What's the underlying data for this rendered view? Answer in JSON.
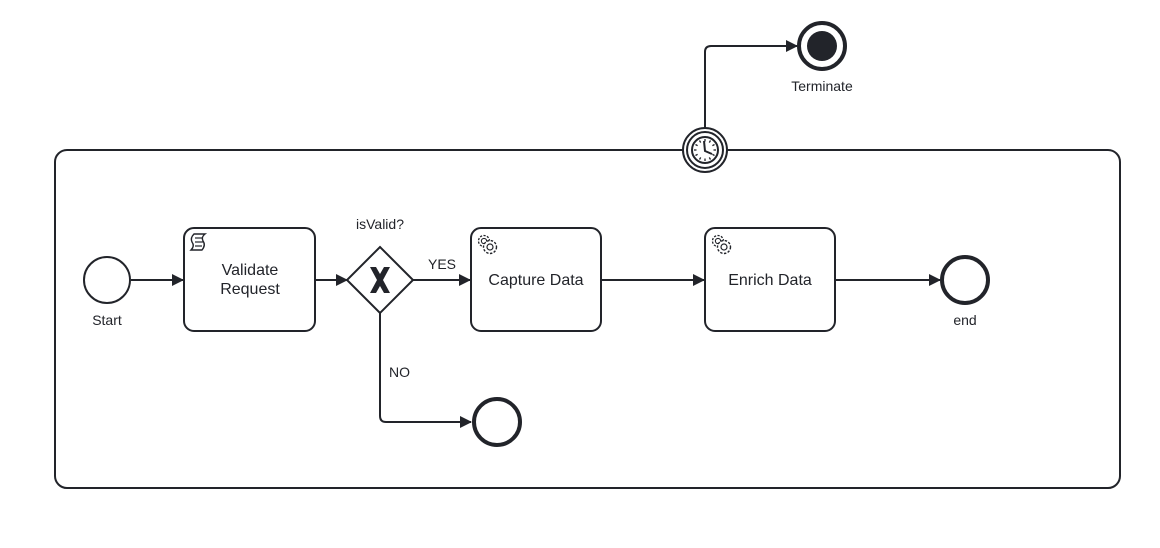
{
  "diagram": {
    "type": "BPMN process",
    "colors": {
      "stroke": "#22242a",
      "fill": "#ffffff",
      "text": "#22242a"
    },
    "subprocess": {
      "name": "subprocess-container"
    },
    "nodes": {
      "start": {
        "kind": "start-event",
        "label": "Start"
      },
      "validate": {
        "kind": "script-task",
        "icon": "script-icon",
        "label_line1": "Validate",
        "label_line2": "Request"
      },
      "gateway": {
        "kind": "exclusive-gateway",
        "icon": "x-icon",
        "label": "isValid?"
      },
      "capture": {
        "kind": "service-task",
        "icon": "gear-icon",
        "label": "Capture Data"
      },
      "enrich": {
        "kind": "service-task",
        "icon": "gear-icon",
        "label": "Enrich Data"
      },
      "end": {
        "kind": "end-event",
        "label": "end"
      },
      "invalid_end": {
        "kind": "end-event",
        "label": ""
      },
      "timer": {
        "kind": "timer-boundary-event",
        "icon": "clock-icon"
      },
      "terminate": {
        "kind": "terminate-end-event",
        "label": "Terminate"
      }
    },
    "flows": [
      {
        "from": "start",
        "to": "validate",
        "label": ""
      },
      {
        "from": "validate",
        "to": "gateway",
        "label": ""
      },
      {
        "from": "gateway",
        "to": "capture",
        "label": "YES"
      },
      {
        "from": "gateway",
        "to": "invalid_end",
        "label": "NO"
      },
      {
        "from": "capture",
        "to": "enrich",
        "label": ""
      },
      {
        "from": "enrich",
        "to": "end",
        "label": ""
      },
      {
        "from": "timer",
        "to": "terminate",
        "label": ""
      }
    ]
  }
}
